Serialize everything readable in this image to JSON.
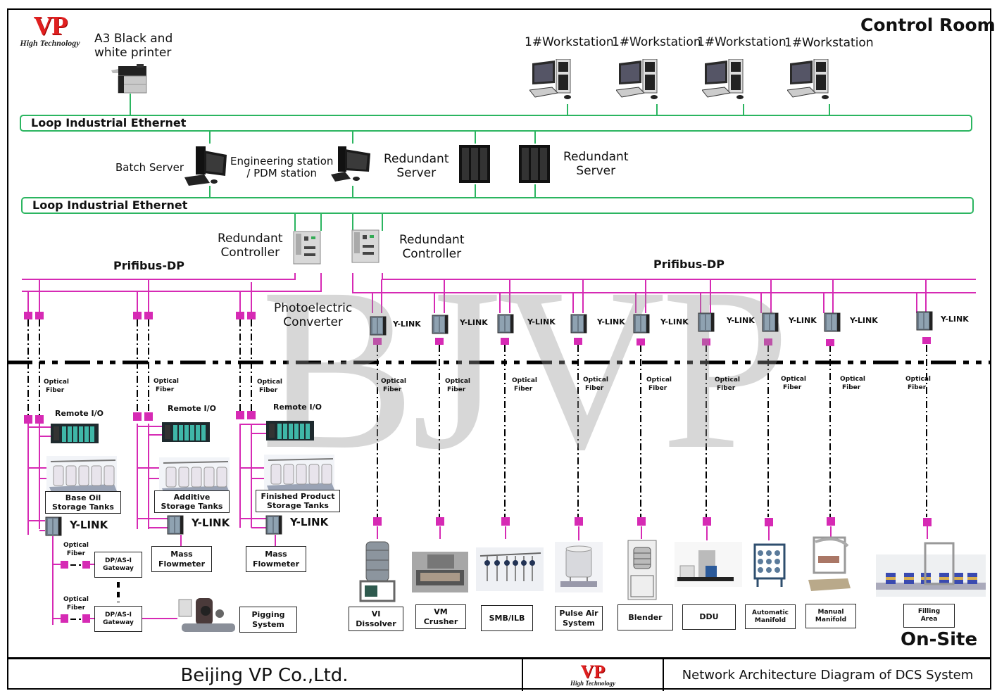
{
  "header": {
    "logo_mark": "VP",
    "logo_tagline": "High Technology",
    "zone_title": "Control Room"
  },
  "control_room": {
    "printer_label_line1": "A3 Black and",
    "printer_label_line2": "white printer",
    "workstations": [
      {
        "label": "1#Workstation"
      },
      {
        "label": "1#Workstation"
      },
      {
        "label": "1#Workstation"
      },
      {
        "label": "1#Workstation"
      }
    ],
    "ethernet_top_label": "Loop Industrial Ethernet",
    "ethernet_bottom_label": "Loop Industrial Ethernet",
    "batch_server": "Batch Server",
    "engineering_line1": "Engineering station",
    "engineering_line2": "/ PDM station",
    "redundant_server_1_line1": "Redundant",
    "redundant_server_1_line2": "Server",
    "redundant_server_2_line1": "Redundant",
    "redundant_server_2_line2": "Server",
    "controller_1_line1": "Redundant",
    "controller_1_line2": "Controller",
    "controller_2_line1": "Redundant",
    "controller_2_line2": "Controller"
  },
  "bus": {
    "left_label": "Prifibus-DP",
    "right_label": "Prifibus-DP",
    "photo_converter_line1": "Photoelectric",
    "photo_converter_line2": "Converter",
    "ylink_label": "Y-LINK",
    "optical_line1": "Optical",
    "optical_line2": "Fiber"
  },
  "watermark": "BJVP",
  "onsite": {
    "zone_title": "On-Site",
    "remote_io_label": "Remote I/O",
    "branches": [
      {
        "tank_line1": "Base Oil",
        "tank_line2": "Storage Tanks"
      },
      {
        "tank_line1": "Additive",
        "tank_line2": "Storage Tanks",
        "meter_line1": "Mass",
        "meter_line2": "Flowmeter"
      },
      {
        "tank_line1": "Finished Product",
        "tank_line2": "Storage Tanks",
        "meter_line1": "Mass",
        "meter_line2": "Flowmeter"
      }
    ],
    "gateway_line1": "DP/AS-I",
    "gateway_line2": "Gateway",
    "pigging_line1": "Pigging",
    "pigging_line2": "System",
    "equipment": [
      {
        "line1": "VI",
        "line2": "Dissolver"
      },
      {
        "line1": "VM",
        "line2": "Crusher"
      },
      {
        "line1": "SMB/ILB",
        "line2": ""
      },
      {
        "line1": "Pulse Air",
        "line2": "System"
      },
      {
        "line1": "Blender",
        "line2": ""
      },
      {
        "line1": "DDU",
        "line2": ""
      },
      {
        "line1": "Automatic",
        "line2": "Manifold"
      },
      {
        "line1": "Manual",
        "line2": "Manifold"
      },
      {
        "line1": "Filling",
        "line2": "Area"
      }
    ]
  },
  "footer": {
    "company": "Beijing VP Co.,Ltd.",
    "logo_mark": "VP",
    "logo_tagline": "High Technology",
    "title": "Network Architecture Diagram of DCS System"
  },
  "colors": {
    "ethernet": "#2bb560",
    "profibus": "#d62ab4",
    "fiber": "#000000",
    "zone_divider": "#000000"
  }
}
